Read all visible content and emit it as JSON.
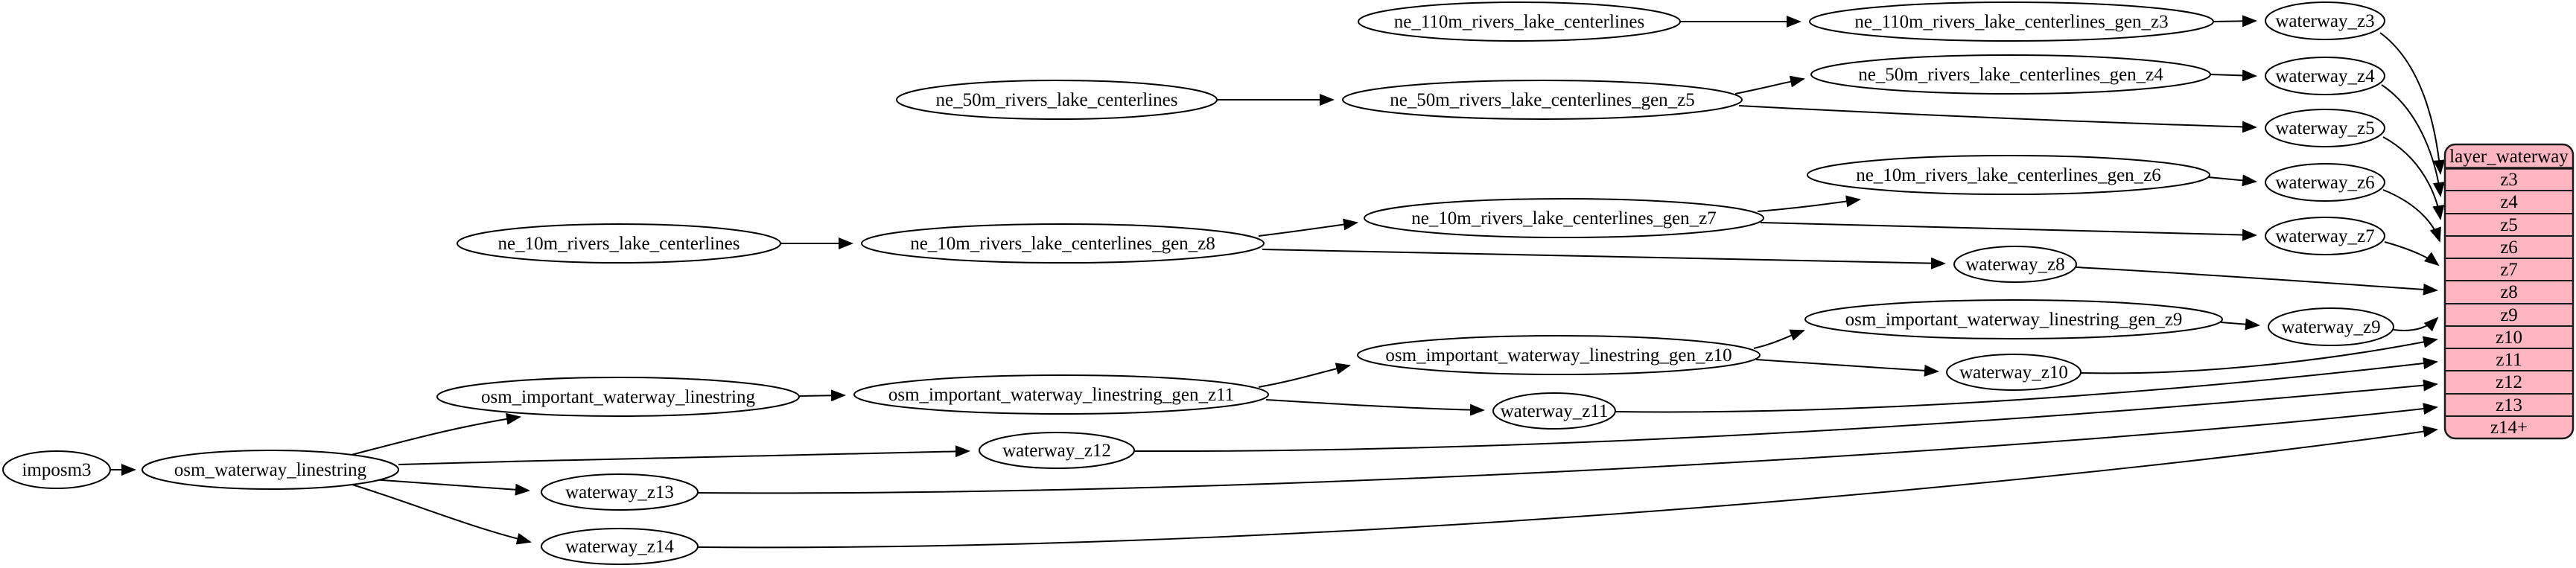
{
  "diagram_type": "graphviz-dependency-graph",
  "colors": {
    "background": "#ffffff",
    "node_fill": "#ffffff",
    "node_border": "#000000",
    "edge": "#000000",
    "record_fill": "#ffb6c1",
    "record_border": "#1a1a1a"
  },
  "nodes": {
    "imposm3": {
      "label": "imposm3"
    },
    "osm_waterway_linestring": {
      "label": "osm_waterway_linestring"
    },
    "osm_important_waterway_linestring": {
      "label": "osm_important_waterway_linestring"
    },
    "osm_important_waterway_linestring_gen_z11": {
      "label": "osm_important_waterway_linestring_gen_z11"
    },
    "osm_important_waterway_linestring_gen_z10": {
      "label": "osm_important_waterway_linestring_gen_z10"
    },
    "osm_important_waterway_linestring_gen_z9": {
      "label": "osm_important_waterway_linestring_gen_z9"
    },
    "ne_110m_rivers_lake_centerlines": {
      "label": "ne_110m_rivers_lake_centerlines"
    },
    "ne_110m_rivers_lake_centerlines_gen_z3": {
      "label": "ne_110m_rivers_lake_centerlines_gen_z3"
    },
    "ne_50m_rivers_lake_centerlines": {
      "label": "ne_50m_rivers_lake_centerlines"
    },
    "ne_50m_rivers_lake_centerlines_gen_z5": {
      "label": "ne_50m_rivers_lake_centerlines_gen_z5"
    },
    "ne_50m_rivers_lake_centerlines_gen_z4": {
      "label": "ne_50m_rivers_lake_centerlines_gen_z4"
    },
    "ne_10m_rivers_lake_centerlines": {
      "label": "ne_10m_rivers_lake_centerlines"
    },
    "ne_10m_rivers_lake_centerlines_gen_z8": {
      "label": "ne_10m_rivers_lake_centerlines_gen_z8"
    },
    "ne_10m_rivers_lake_centerlines_gen_z7": {
      "label": "ne_10m_rivers_lake_centerlines_gen_z7"
    },
    "ne_10m_rivers_lake_centerlines_gen_z6": {
      "label": "ne_10m_rivers_lake_centerlines_gen_z6"
    },
    "waterway_z3": {
      "label": "waterway_z3"
    },
    "waterway_z4": {
      "label": "waterway_z4"
    },
    "waterway_z5": {
      "label": "waterway_z5"
    },
    "waterway_z6": {
      "label": "waterway_z6"
    },
    "waterway_z7": {
      "label": "waterway_z7"
    },
    "waterway_z8": {
      "label": "waterway_z8"
    },
    "waterway_z9": {
      "label": "waterway_z9"
    },
    "waterway_z10": {
      "label": "waterway_z10"
    },
    "waterway_z11": {
      "label": "waterway_z11"
    },
    "waterway_z12": {
      "label": "waterway_z12"
    },
    "waterway_z13": {
      "label": "waterway_z13"
    },
    "waterway_z14": {
      "label": "waterway_z14"
    }
  },
  "record": {
    "title": "layer_waterway",
    "rows": [
      "z3",
      "z4",
      "z5",
      "z6",
      "z7",
      "z8",
      "z9",
      "z10",
      "z11",
      "z12",
      "z13",
      "z14+"
    ]
  },
  "edges": [
    {
      "from": "imposm3",
      "to": "osm_waterway_linestring"
    },
    {
      "from": "osm_waterway_linestring",
      "to": "osm_important_waterway_linestring"
    },
    {
      "from": "osm_waterway_linestring",
      "to": "waterway_z12"
    },
    {
      "from": "osm_waterway_linestring",
      "to": "waterway_z13"
    },
    {
      "from": "osm_waterway_linestring",
      "to": "waterway_z14"
    },
    {
      "from": "osm_important_waterway_linestring",
      "to": "osm_important_waterway_linestring_gen_z11"
    },
    {
      "from": "osm_important_waterway_linestring_gen_z11",
      "to": "osm_important_waterway_linestring_gen_z10"
    },
    {
      "from": "osm_important_waterway_linestring_gen_z11",
      "to": "waterway_z11"
    },
    {
      "from": "osm_important_waterway_linestring_gen_z10",
      "to": "osm_important_waterway_linestring_gen_z9"
    },
    {
      "from": "osm_important_waterway_linestring_gen_z10",
      "to": "waterway_z10"
    },
    {
      "from": "osm_important_waterway_linestring_gen_z9",
      "to": "waterway_z9"
    },
    {
      "from": "ne_110m_rivers_lake_centerlines",
      "to": "ne_110m_rivers_lake_centerlines_gen_z3"
    },
    {
      "from": "ne_110m_rivers_lake_centerlines_gen_z3",
      "to": "waterway_z3"
    },
    {
      "from": "ne_50m_rivers_lake_centerlines",
      "to": "ne_50m_rivers_lake_centerlines_gen_z5"
    },
    {
      "from": "ne_50m_rivers_lake_centerlines_gen_z5",
      "to": "ne_50m_rivers_lake_centerlines_gen_z4"
    },
    {
      "from": "ne_50m_rivers_lake_centerlines_gen_z5",
      "to": "waterway_z5"
    },
    {
      "from": "ne_50m_rivers_lake_centerlines_gen_z4",
      "to": "waterway_z4"
    },
    {
      "from": "ne_10m_rivers_lake_centerlines",
      "to": "ne_10m_rivers_lake_centerlines_gen_z8"
    },
    {
      "from": "ne_10m_rivers_lake_centerlines_gen_z8",
      "to": "ne_10m_rivers_lake_centerlines_gen_z7"
    },
    {
      "from": "ne_10m_rivers_lake_centerlines_gen_z8",
      "to": "waterway_z8"
    },
    {
      "from": "ne_10m_rivers_lake_centerlines_gen_z7",
      "to": "ne_10m_rivers_lake_centerlines_gen_z6"
    },
    {
      "from": "ne_10m_rivers_lake_centerlines_gen_z7",
      "to": "waterway_z7"
    },
    {
      "from": "ne_10m_rivers_lake_centerlines_gen_z6",
      "to": "waterway_z6"
    },
    {
      "from": "waterway_z3",
      "to": "layer_waterway.z3"
    },
    {
      "from": "waterway_z4",
      "to": "layer_waterway.z4"
    },
    {
      "from": "waterway_z5",
      "to": "layer_waterway.z5"
    },
    {
      "from": "waterway_z6",
      "to": "layer_waterway.z6"
    },
    {
      "from": "waterway_z7",
      "to": "layer_waterway.z7"
    },
    {
      "from": "waterway_z8",
      "to": "layer_waterway.z8"
    },
    {
      "from": "waterway_z9",
      "to": "layer_waterway.z9"
    },
    {
      "from": "waterway_z10",
      "to": "layer_waterway.z10"
    },
    {
      "from": "waterway_z11",
      "to": "layer_waterway.z11"
    },
    {
      "from": "waterway_z12",
      "to": "layer_waterway.z12"
    },
    {
      "from": "waterway_z13",
      "to": "layer_waterway.z13"
    },
    {
      "from": "waterway_z14",
      "to": "layer_waterway.z14+"
    }
  ]
}
